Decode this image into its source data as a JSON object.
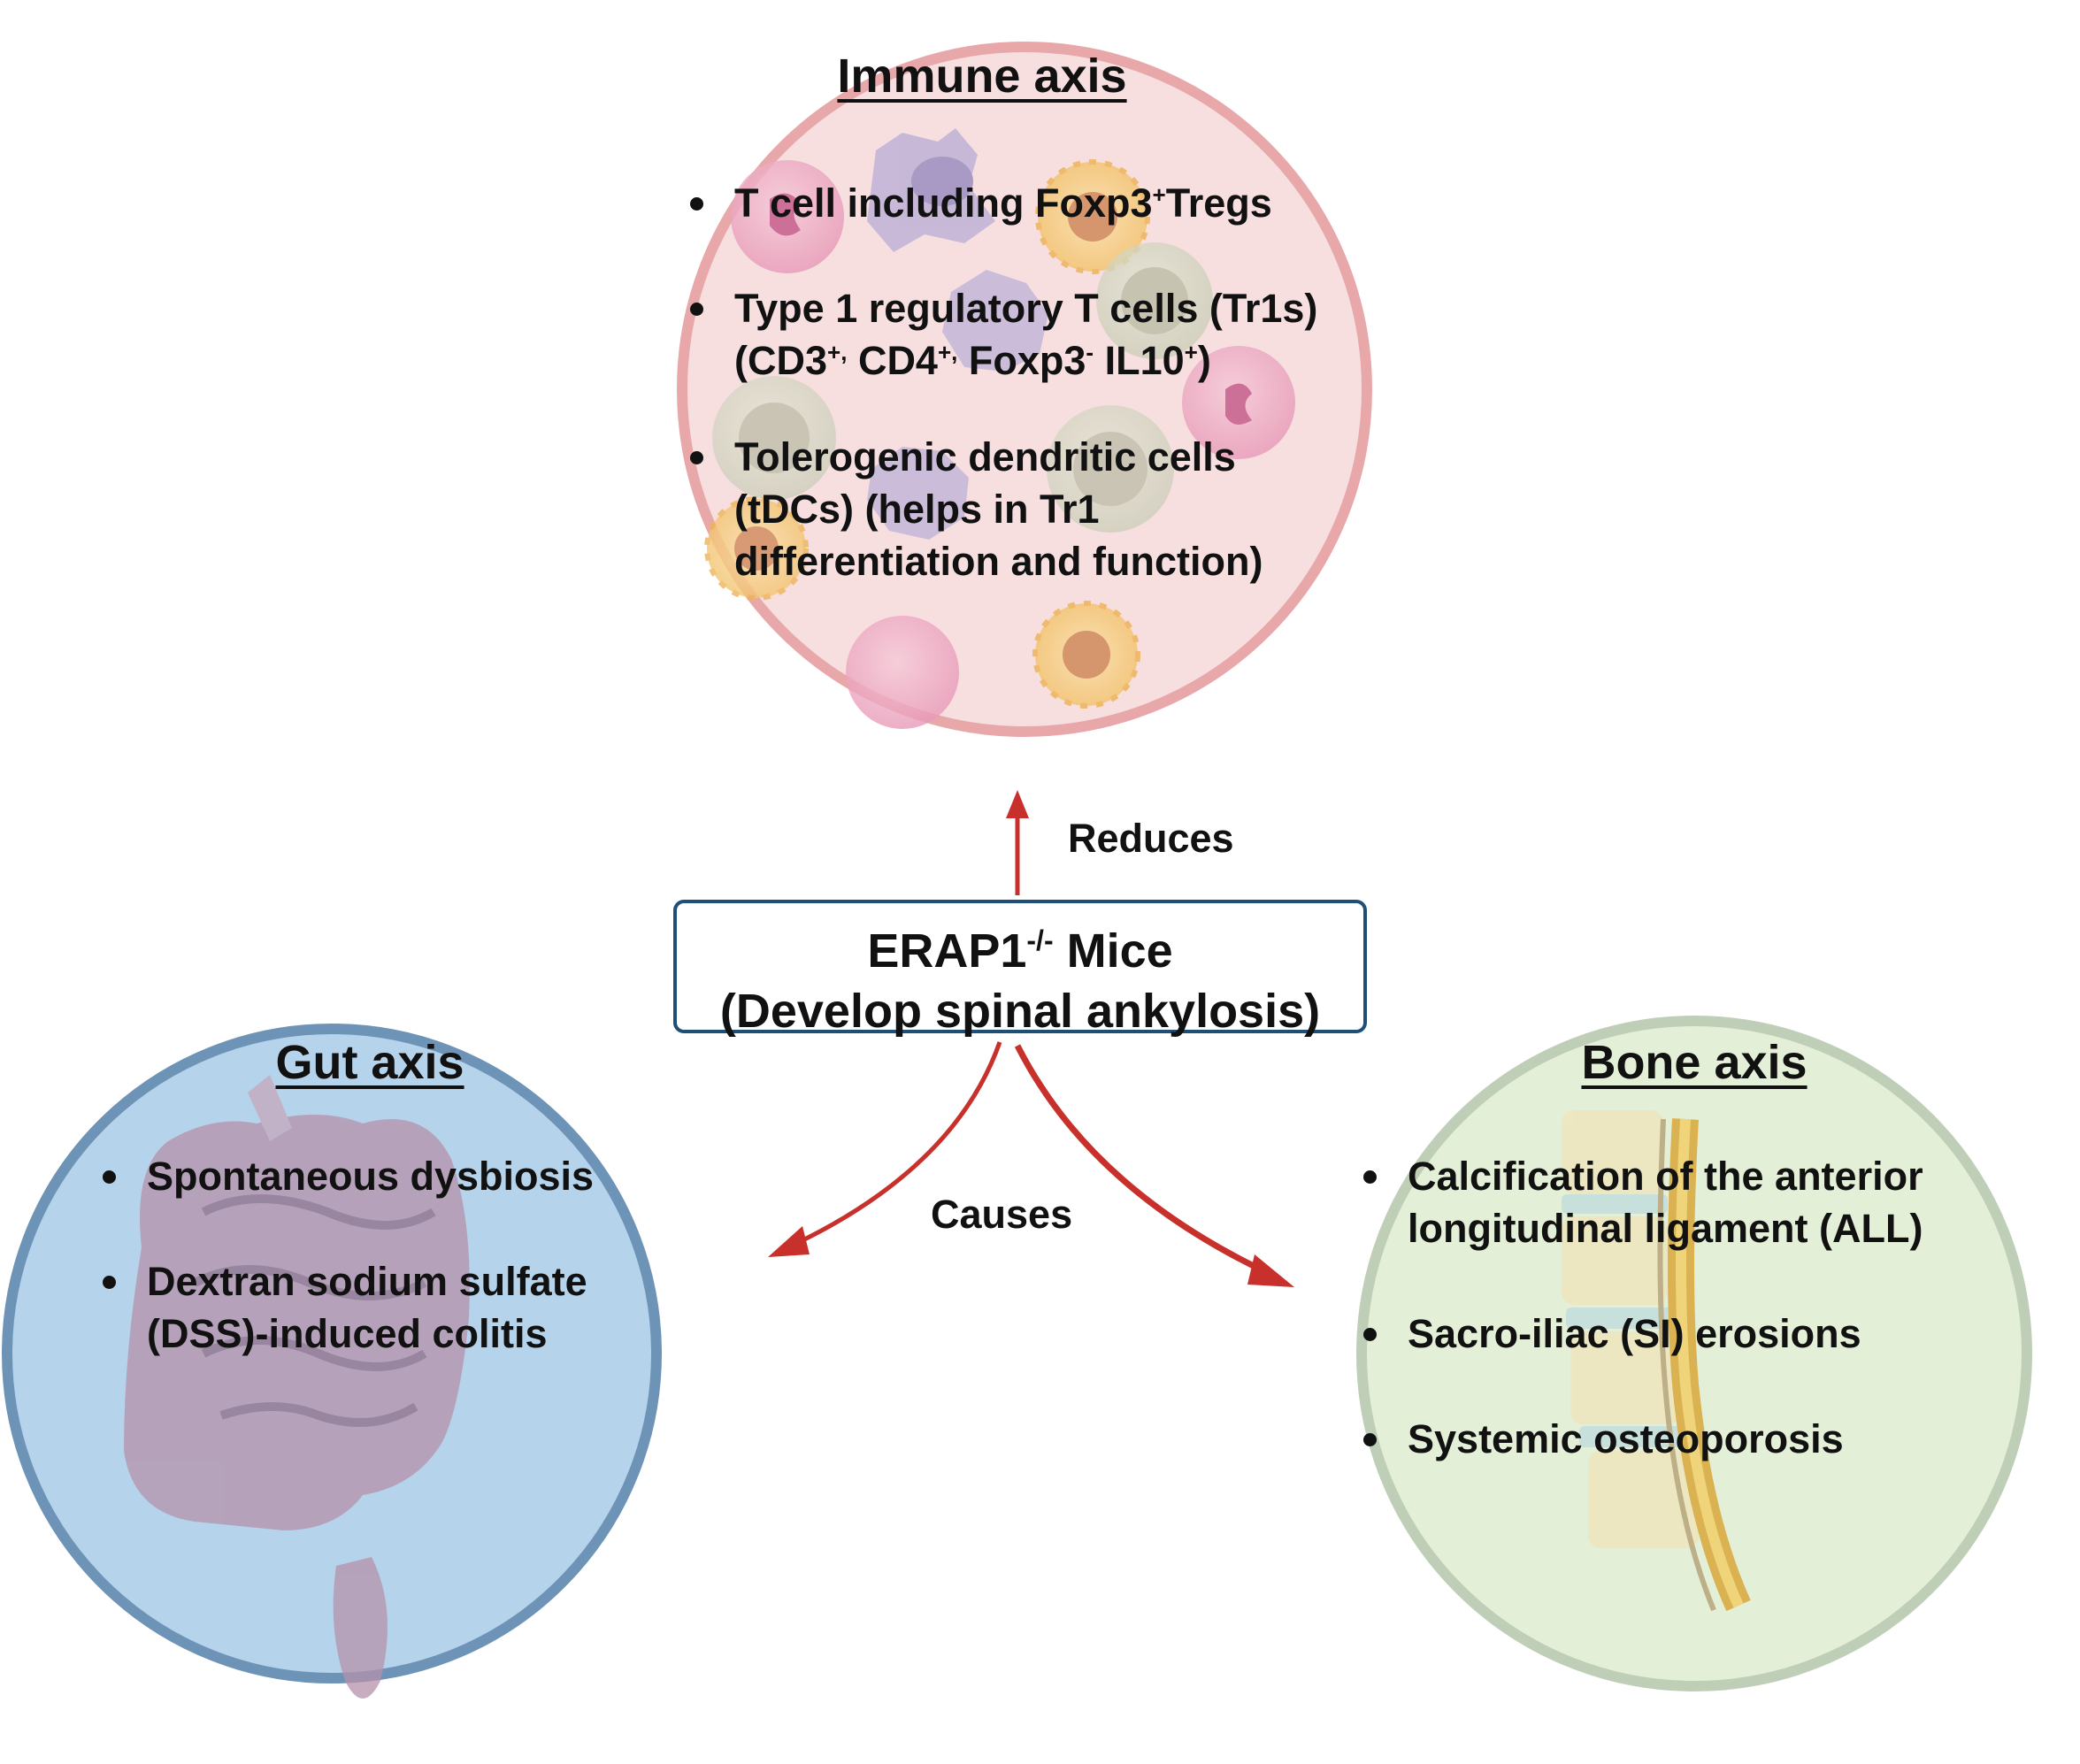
{
  "center": {
    "name": "ERAP1",
    "superscript": "-/-",
    "suffix": " Mice",
    "subtitle": "(Develop spinal ankylosis)"
  },
  "edges": {
    "up_label": "Reduces",
    "down_label": "Causes"
  },
  "immune": {
    "title": "Immune axis",
    "items": [
      {
        "a": "T cell including Foxp3",
        "sup1": "+",
        "b": "Tregs"
      },
      {
        "a": "Type 1 regulatory T cells (Tr1s) (CD3",
        "sup1": "+,",
        "b": " CD4",
        "sup2": "+,",
        "c": " Foxp3",
        "sup3": "-",
        "d": " IL10",
        "sup4": "+",
        "e": ")"
      },
      {
        "a": "Tolerogenic dendritic cells (tDCs) (helps in Tr1 differentiation and function)"
      }
    ]
  },
  "gut": {
    "title": "Gut axis",
    "items": [
      "Spontaneous dysbiosis",
      "Dextran sodium sulfate (DSS)-induced colitis"
    ]
  },
  "bone": {
    "title": "Bone axis",
    "items": [
      "Calcification of the anterior longitudinal ligament (ALL)",
      "Sacro-iliac (SI) erosions",
      "Systemic osteoporosis"
    ]
  },
  "colors": {
    "immune_fill": "#f7dfe0",
    "immune_border": "#e8a8aa",
    "gut_fill": "#b5d3ea",
    "gut_border": "#6d93b7",
    "bone_fill": "#e3efd6",
    "bone_border": "#bfcfb7",
    "arrow": "#c8302b",
    "box_border": "#1f4e79"
  }
}
